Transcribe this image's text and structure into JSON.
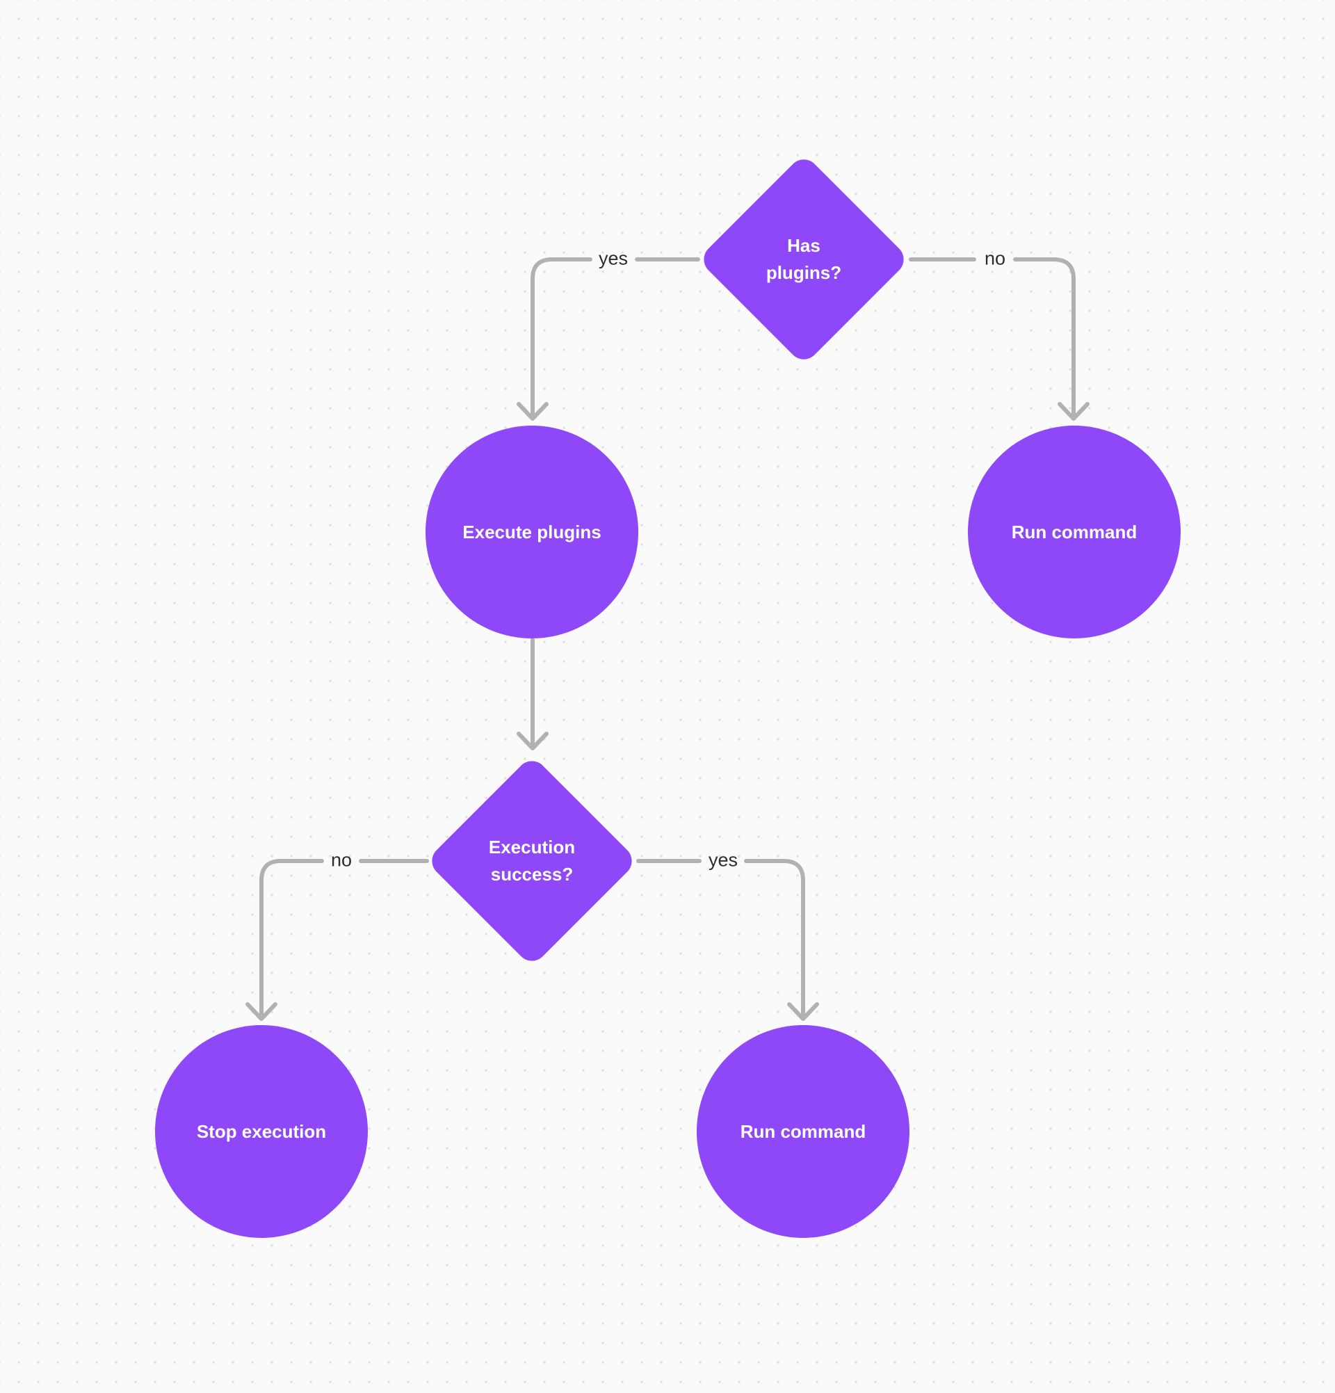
{
  "canvas": {
    "background_color": "#fafafa",
    "dot_color": "#e0e0e0",
    "node_fill_color": "#8e48f8",
    "node_text_color": "#ffffff",
    "edge_color": "#b1b1b1",
    "edge_label_color": "#2d2d2d"
  },
  "nodes": [
    {
      "id": "has-plugins",
      "type": "decision",
      "label": "Has plugins?"
    },
    {
      "id": "execute-plugins",
      "type": "process",
      "label": "Execute plugins"
    },
    {
      "id": "run-command-1",
      "type": "process",
      "label": "Run command"
    },
    {
      "id": "execution-success",
      "type": "decision",
      "label": "Execution success?"
    },
    {
      "id": "stop-execution",
      "type": "process",
      "label": "Stop execution"
    },
    {
      "id": "run-command-2",
      "type": "process",
      "label": "Run command"
    }
  ],
  "edges": [
    {
      "from": "has-plugins",
      "to": "execute-plugins",
      "label": "yes"
    },
    {
      "from": "has-plugins",
      "to": "run-command-1",
      "label": "no"
    },
    {
      "from": "execute-plugins",
      "to": "execution-success",
      "label": ""
    },
    {
      "from": "execution-success",
      "to": "stop-execution",
      "label": "no"
    },
    {
      "from": "execution-success",
      "to": "run-command-2",
      "label": "yes"
    }
  ]
}
